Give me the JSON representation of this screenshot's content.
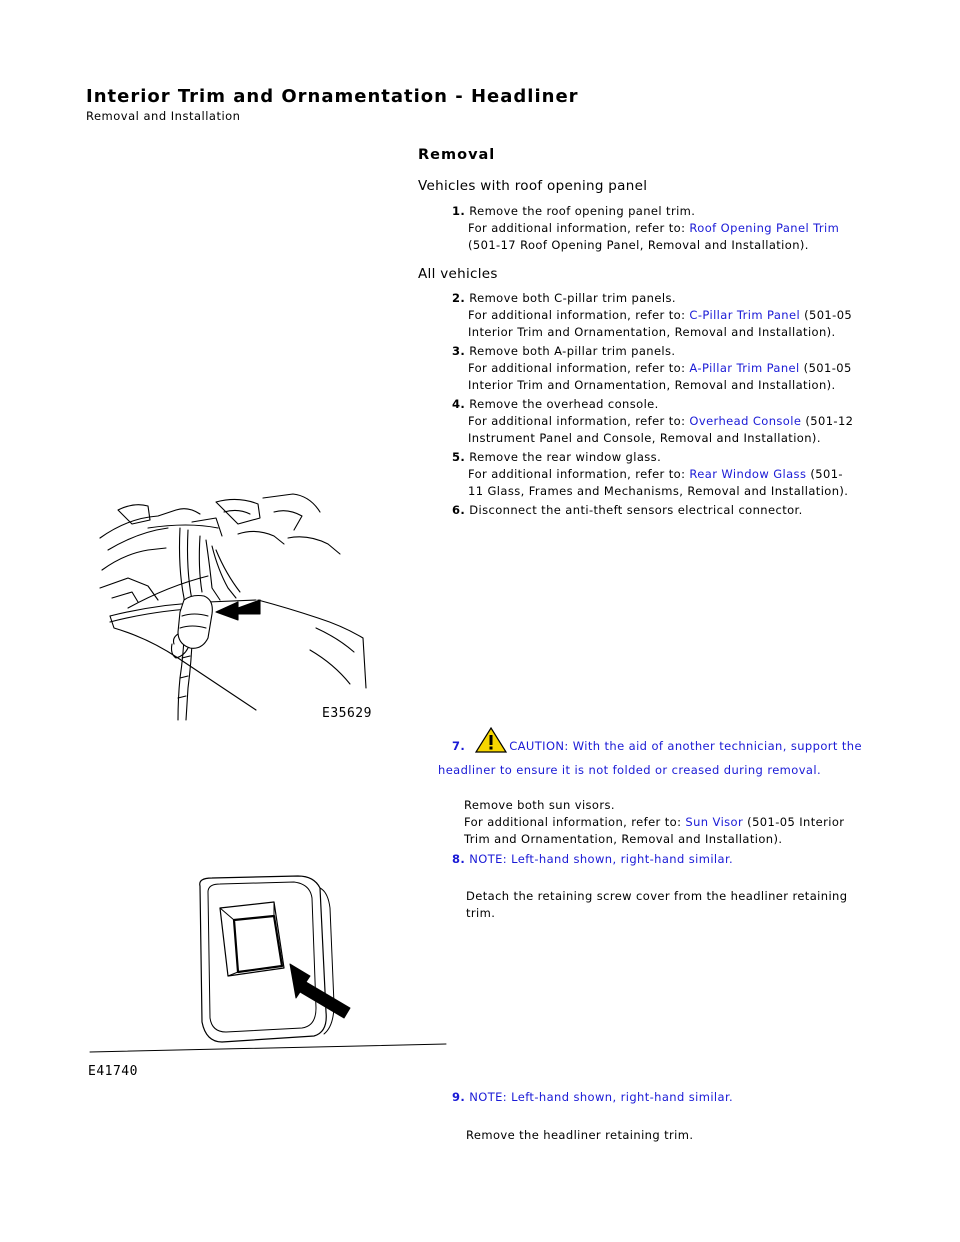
{
  "header": {
    "title": "Interior Trim and Ornamentation - Headliner",
    "subtitle": "Removal and Installation"
  },
  "section": {
    "heading": "Removal"
  },
  "groups": {
    "roof": "Vehicles with roof opening panel",
    "all": "All vehicles"
  },
  "common": {
    "refer_prefix": "For additional information, refer to: "
  },
  "steps": [
    {
      "num": "1.",
      "text": "Remove the roof opening panel trim.",
      "link": "Roof Opening Panel Trim",
      "suffix_a": " (501-17 Roof Opening Panel, Removal and Installation)."
    },
    {
      "num": "2.",
      "text": "Remove both C-pillar trim panels.",
      "link": "C-Pillar Trim Panel",
      "suffix_a": " (501-05",
      "suffix_b": "Interior Trim and Ornamentation, Removal and Installation)."
    },
    {
      "num": "3.",
      "text": "Remove both A-pillar trim panels.",
      "link": "A-Pillar Trim Panel",
      "suffix_a": " (501-05",
      "suffix_b": "Interior Trim and Ornamentation, Removal and Installation)."
    },
    {
      "num": "4.",
      "text": "Remove the overhead console.",
      "link": "Overhead Console",
      "suffix_a": " (501-12",
      "suffix_b": "Instrument Panel and Console, Removal and Installation)."
    },
    {
      "num": "5.",
      "text": "Remove the rear window glass.",
      "link": "Rear Window Glass",
      "suffix_a": " (501-",
      "suffix_b": "11 Glass, Frames and Mechanisms, Removal and Installation)."
    },
    {
      "num": "6.",
      "text": "Disconnect the anti-theft sensors electrical connector."
    },
    {
      "num": "7.",
      "caution_a": "CAUTION: With the aid of another technician, support the",
      "caution_b": "headliner to ensure it is not folded or creased during removal.",
      "text": "Remove both sun visors.",
      "link": "Sun Visor",
      "suffix_a": " (501-05 Interior",
      "suffix_b": "Trim and Ornamentation, Removal and Installation)."
    },
    {
      "num": "8.",
      "note": "NOTE: Left-hand shown, right-hand similar.",
      "text_a": "Detach the retaining screw cover from the headliner retaining",
      "text_b": "trim."
    },
    {
      "num": "9.",
      "note": "NOTE: Left-hand shown, right-hand similar.",
      "text": "Remove the headliner retaining trim."
    }
  ],
  "figures": {
    "fig1": "E35629",
    "fig2": "E41740"
  }
}
